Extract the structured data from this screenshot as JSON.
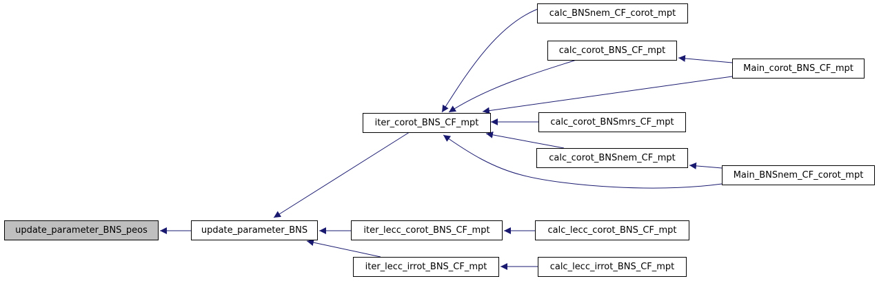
{
  "nodes": {
    "n0": "update_parameter_BNS_peos",
    "n1": "update_parameter_BNS",
    "n2": "iter_corot_BNS_CF_mpt",
    "n3": "iter_lecc_corot_BNS_CF_mpt",
    "n4": "iter_lecc_irrot_BNS_CF_mpt",
    "n5": "calc_BNSnem_CF_corot_mpt",
    "n6": "calc_corot_BNS_CF_mpt",
    "n7": "calc_corot_BNSmrs_CF_mpt",
    "n8": "calc_corot_BNSnem_CF_mpt",
    "n9": "calc_lecc_corot_BNS_CF_mpt",
    "n10": "calc_lecc_irrot_BNS_CF_mpt",
    "n11": "Main_corot_BNS_CF_mpt",
    "n12": "Main_BNSnem_CF_corot_mpt"
  },
  "edges": [
    {
      "from": "n1",
      "to": "n0"
    },
    {
      "from": "n2",
      "to": "n1"
    },
    {
      "from": "n3",
      "to": "n1"
    },
    {
      "from": "n4",
      "to": "n1"
    },
    {
      "from": "n5",
      "to": "n2"
    },
    {
      "from": "n6",
      "to": "n2"
    },
    {
      "from": "n11",
      "to": "n2"
    },
    {
      "from": "n7",
      "to": "n2"
    },
    {
      "from": "n8",
      "to": "n2"
    },
    {
      "from": "n12",
      "to": "n2"
    },
    {
      "from": "n11",
      "to": "n6"
    },
    {
      "from": "n12",
      "to": "n8"
    },
    {
      "from": "n9",
      "to": "n3"
    },
    {
      "from": "n10",
      "to": "n4"
    }
  ],
  "colors": {
    "edge": "#191970",
    "root_fill": "#bfbfbf"
  }
}
